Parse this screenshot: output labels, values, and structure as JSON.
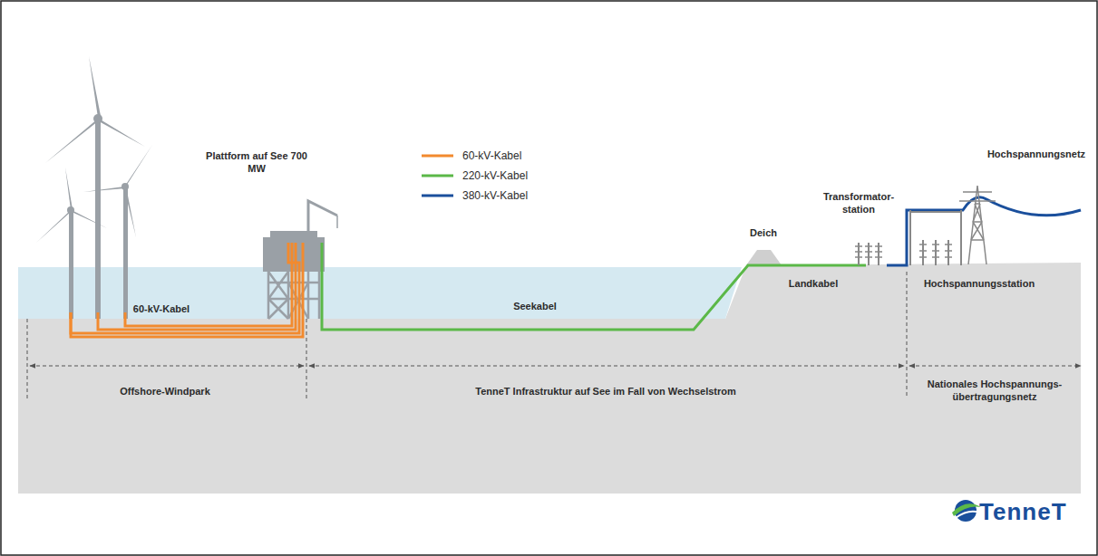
{
  "diagram": {
    "labels": [
      "Plattform auf See 700 MW",
      "Deich",
      "Transformator- station",
      "Hochspannungsnetz",
      "60-kV-Kabel",
      "Seekabel",
      "Landkabel",
      "Hochspannungsstation",
      "Offshore-Windpark",
      "TenneT Infrastruktur auf See im Fall von Wechselstrom",
      "Nationales Hochspannungs- übertragungsnetz",
      "TenneT"
    ],
    "legend": [
      {
        "text": "60-kV-Kabel"
      },
      {
        "text": "220-kV-Kabel"
      },
      {
        "text": "380-kV-Kabel"
      }
    ]
  }
}
